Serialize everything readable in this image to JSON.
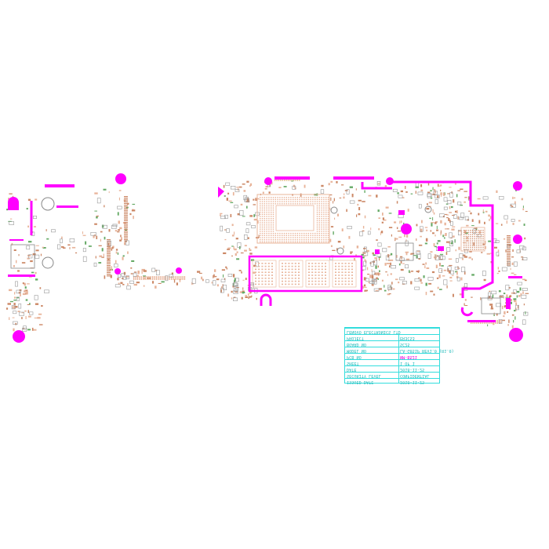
{
  "colors": {
    "background": "#ffffff",
    "copper": "#e8b49a",
    "copper_dark": "#cc8866",
    "highlight": "#ff00ff",
    "title_block": "#33dddd",
    "component_green": "#66aa66",
    "outline_gray": "#999999"
  },
  "title_block": {
    "rows": [
      {
        "left": "LENOVO ELECTRONICS LTD",
        "right": ""
      },
      {
        "left": "PROJECT",
        "right": "ER3CS3"
      },
      {
        "left": "BOARD NO",
        "right": "SC25"
      },
      {
        "left": "MODEL NO",
        "right": "LA-G851P REV1.0 (R1.0)"
      },
      {
        "left": "PCB NO",
        "right": "NM-B521",
        "highlight": true
      },
      {
        "left": "SHEET",
        "right": "1 OF 1"
      },
      {
        "left": "DATE",
        "right": "2018-11-25"
      },
      {
        "left": "SECURITY LEVEL",
        "right": "CONFIDENTIAL"
      },
      {
        "left": "ISSUED DATE",
        "right": "2018-11-25"
      }
    ]
  }
}
